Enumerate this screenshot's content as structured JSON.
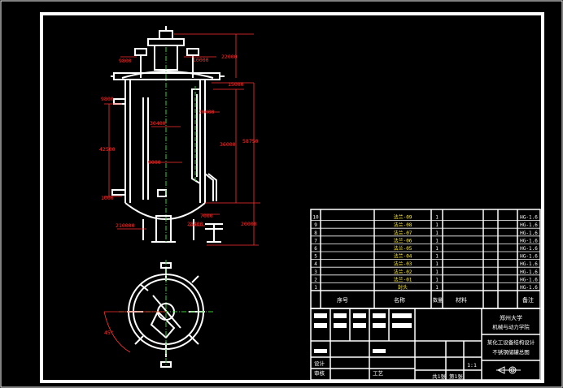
{
  "dimensions": {
    "top_height": "22000",
    "left_nozzle": "9800",
    "top_nozzle": "10000",
    "flange_height": "15000",
    "right_inner": "20000",
    "shell_height": "36000",
    "total_height": "58750",
    "left_inner": "42500",
    "left_small": "9800",
    "inner_upper": "30400",
    "inner_mid": "9000",
    "left_bottom": "1000",
    "bottom_left": "210000",
    "bottom_right": "28400",
    "bottom_small": "7000",
    "bottom_height": "20000",
    "angle": "45°"
  },
  "parts_list": {
    "rows": [
      {
        "no": "10",
        "name": "法兰-09",
        "qty": "1",
        "std": "HG-1.6"
      },
      {
        "no": "9",
        "name": "法兰-08",
        "qty": "1",
        "std": "HG-1.6"
      },
      {
        "no": "8",
        "name": "法兰-07",
        "qty": "1",
        "std": "HG-1.6"
      },
      {
        "no": "7",
        "name": "法兰-06",
        "qty": "1",
        "std": "HG-1.6"
      },
      {
        "no": "6",
        "name": "法兰-05",
        "qty": "1",
        "std": "HG-1.6"
      },
      {
        "no": "5",
        "name": "法兰-04",
        "qty": "1",
        "std": "HG-1.6"
      },
      {
        "no": "4",
        "name": "法兰-03",
        "qty": "1",
        "std": "HG-1.6"
      },
      {
        "no": "3",
        "name": "法兰-02",
        "qty": "1",
        "std": "HG-1.6"
      },
      {
        "no": "2",
        "name": "法兰-01",
        "qty": "1",
        "std": "HG-1.6"
      },
      {
        "no": "1",
        "name": "封头",
        "qty": "1",
        "std": "HG-1.6"
      }
    ],
    "header": {
      "no": "序号",
      "name": "名称",
      "qty": "数量",
      "material": "材料",
      "remark": "备注"
    }
  },
  "title_block": {
    "school": "郑州大学",
    "school_sub": "机械与动力学院",
    "project_title": "某化工设备结构设计",
    "drawing_name": "不锈钢储罐总图",
    "scale": "1:1",
    "sheet": "共1张 第1张",
    "row_labels": [
      "设计",
      "审核",
      "工艺"
    ]
  },
  "colors": {
    "frame": "#ffffff",
    "dimension": "#ff3030",
    "centerline": "#33cc33",
    "table_text": "#ffee33"
  }
}
